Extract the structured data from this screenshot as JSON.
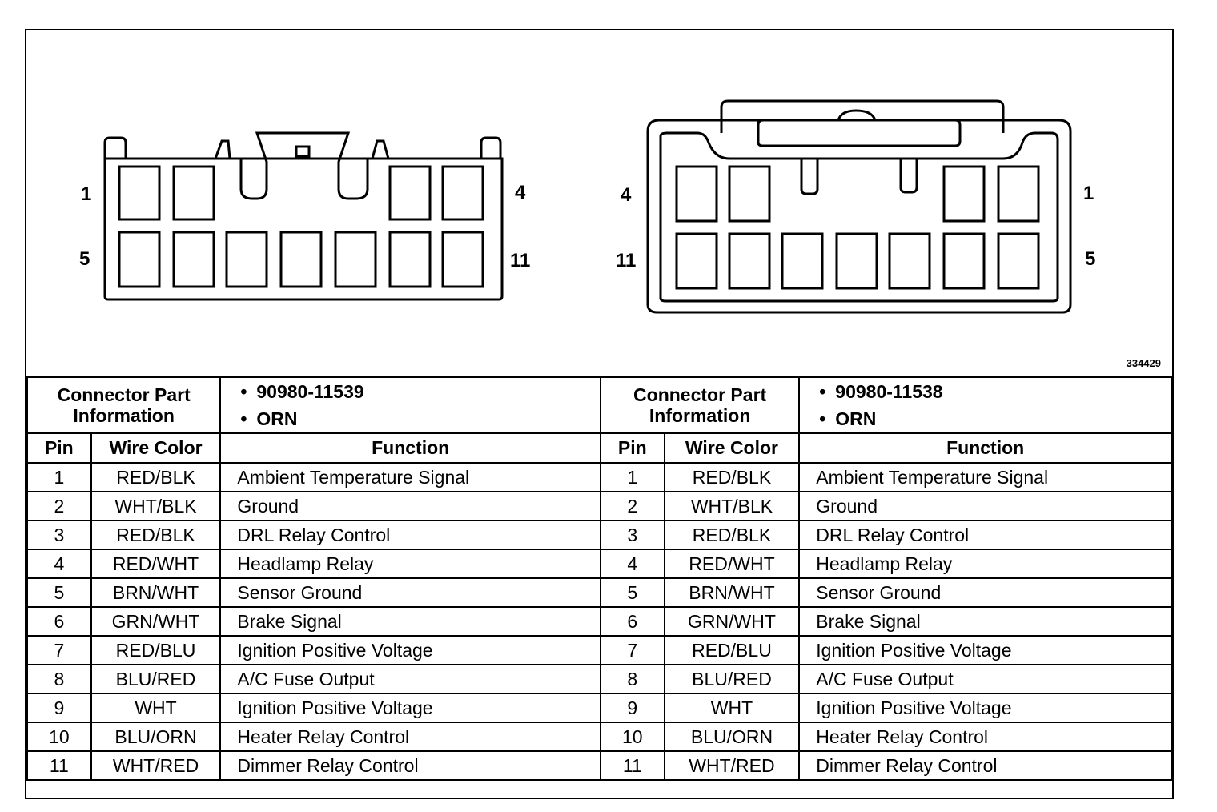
{
  "figure_id": "334429",
  "connector_left": {
    "pin_labels": {
      "top_left": "1",
      "top_right": "4",
      "bottom_left": "5",
      "bottom_right": "11"
    }
  },
  "connector_right": {
    "pin_labels": {
      "top_left": "4",
      "top_right": "1",
      "bottom_left": "11",
      "bottom_right": "5"
    }
  },
  "table_left": {
    "info_label_line1": "Connector Part",
    "info_label_line2": "Information",
    "part_number": "90980-11539",
    "color": "ORN",
    "headers": {
      "pin": "Pin",
      "wire_color": "Wire Color",
      "function": "Function"
    }
  },
  "table_right": {
    "info_label_line1": "Connector Part",
    "info_label_line2": "Information",
    "part_number": "90980-11538",
    "color": "ORN",
    "headers": {
      "pin": "Pin",
      "wire_color": "Wire Color",
      "function": "Function"
    }
  },
  "rows": [
    {
      "pin": "1",
      "wire": "RED/BLK",
      "function": "Ambient Temperature Signal"
    },
    {
      "pin": "2",
      "wire": "WHT/BLK",
      "function": "Ground"
    },
    {
      "pin": "3",
      "wire": "RED/BLK",
      "function": "DRL Relay Control"
    },
    {
      "pin": "4",
      "wire": "RED/WHT",
      "function": "Headlamp Relay"
    },
    {
      "pin": "5",
      "wire": "BRN/WHT",
      "function": "Sensor Ground"
    },
    {
      "pin": "6",
      "wire": "GRN/WHT",
      "function": "Brake Signal"
    },
    {
      "pin": "7",
      "wire": "RED/BLU",
      "function": "Ignition Positive Voltage"
    },
    {
      "pin": "8",
      "wire": "BLU/RED",
      "function": "A/C Fuse Output"
    },
    {
      "pin": "9",
      "wire": "WHT",
      "function": "Ignition Positive Voltage"
    },
    {
      "pin": "10",
      "wire": "BLU/ORN",
      "function": "Heater Relay Control"
    },
    {
      "pin": "11",
      "wire": "WHT/RED",
      "function": "Dimmer Relay Control"
    }
  ]
}
